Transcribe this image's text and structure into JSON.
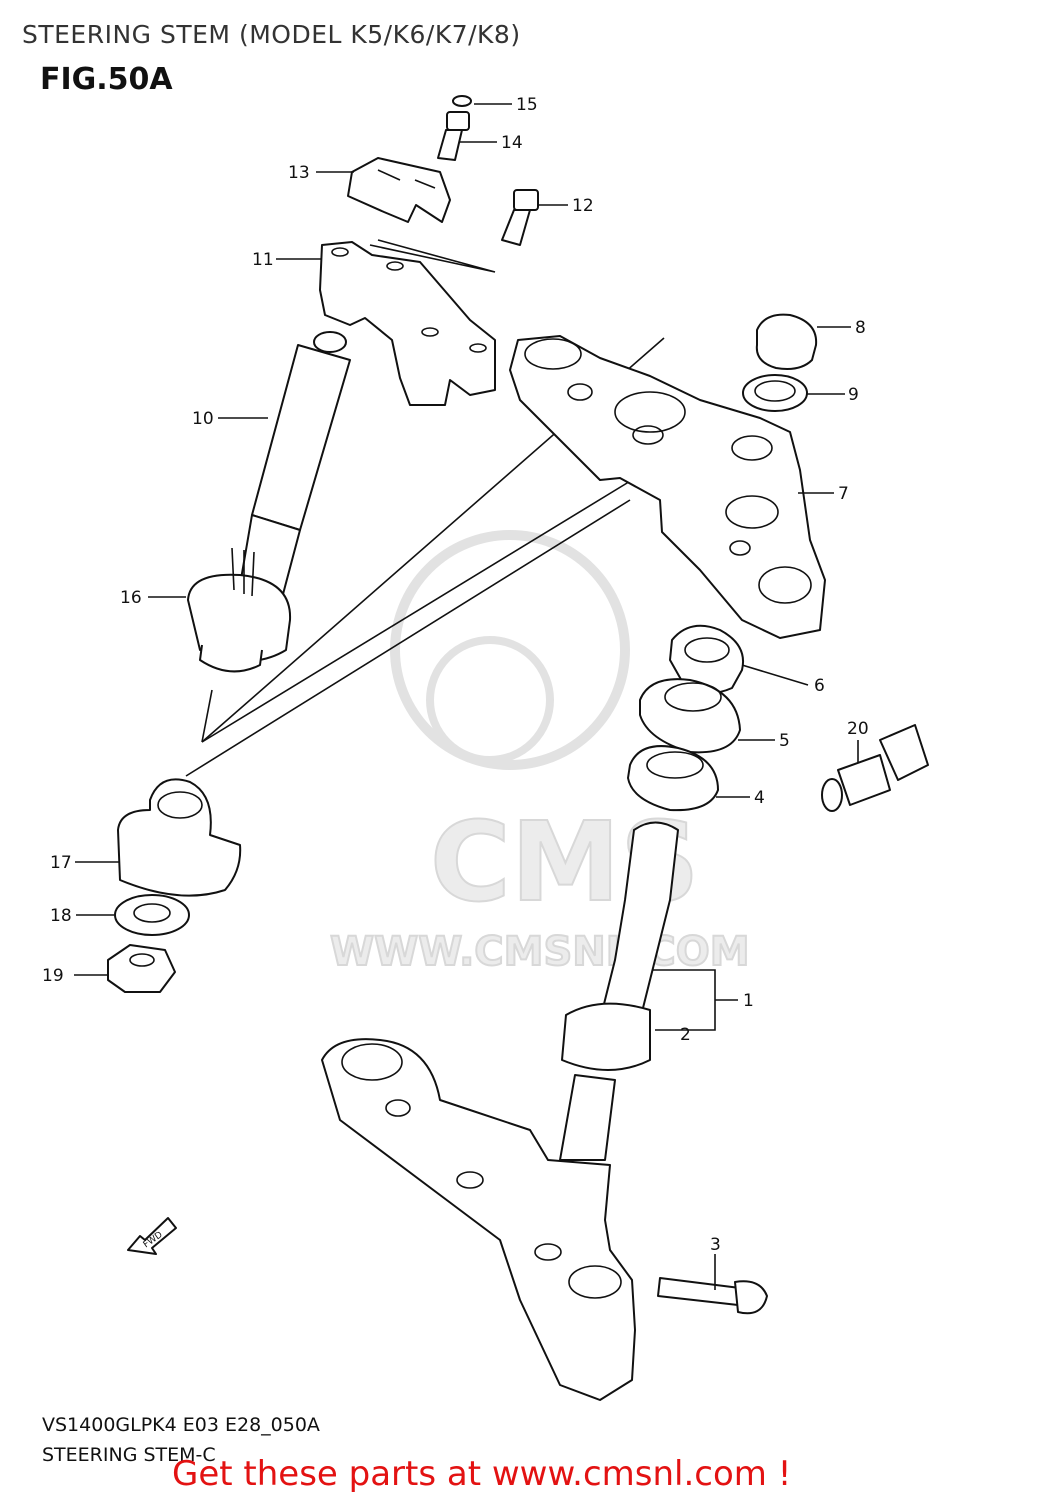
{
  "header": {
    "title": "STEERING STEM (MODEL K5/K6/K7/K8)",
    "figure": "FIG.50A"
  },
  "watermark": {
    "logo_text": "CMS",
    "url_text": "WWW.CMSNL.COM"
  },
  "parts": [
    {
      "number": "1"
    },
    {
      "number": "2"
    },
    {
      "number": "3"
    },
    {
      "number": "4"
    },
    {
      "number": "5"
    },
    {
      "number": "6"
    },
    {
      "number": "7"
    },
    {
      "number": "8"
    },
    {
      "number": "9"
    },
    {
      "number": "10"
    },
    {
      "number": "11"
    },
    {
      "number": "12"
    },
    {
      "number": "13"
    },
    {
      "number": "14"
    },
    {
      "number": "15"
    },
    {
      "number": "16"
    },
    {
      "number": "17"
    },
    {
      "number": "18"
    },
    {
      "number": "19"
    },
    {
      "number": "20"
    }
  ],
  "arrow_label": "FWD",
  "footer": {
    "diagram_code": "VS1400GLPK4 E03 E28_050A",
    "subtitle": "STEERING STEM-C",
    "cta": "Get these parts at www.cmsnl.com !"
  },
  "colors": {
    "cta": "#e31212",
    "watermark": "#d8d8d8",
    "line": "#111111"
  }
}
